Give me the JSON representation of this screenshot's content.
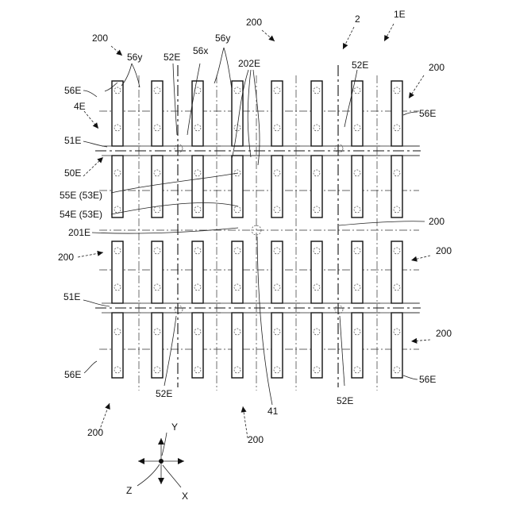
{
  "figure": {
    "labels": {
      "l200_tl": "200",
      "l200_tc": "200",
      "l2": "2",
      "l1E": "1E",
      "l56y_a": "56y",
      "l52E_tl": "52E",
      "l56x": "56x",
      "l56y_b": "56y",
      "l202E": "202E",
      "l52E_tr": "52E",
      "l200_tr": "200",
      "l56E_tl": "56E",
      "l4E": "4E",
      "l56E_tr": "56E",
      "l51E_a": "51E",
      "l50E": "50E",
      "l55E": "55E (53E)",
      "l54E": "54E (53E)",
      "l200_mr": "200",
      "l201E": "201E",
      "l200_ml": "200",
      "l200_mr2": "200",
      "l51E_b": "51E",
      "l200_br": "200",
      "l56E_bl": "56E",
      "l56E_br": "56E",
      "l52E_bl": "52E",
      "l41": "41",
      "l52E_br": "52E",
      "l200_bl": "200",
      "l200_bc": "200",
      "axisY": "Y",
      "axisZ": "Z",
      "axisX": "X"
    }
  }
}
